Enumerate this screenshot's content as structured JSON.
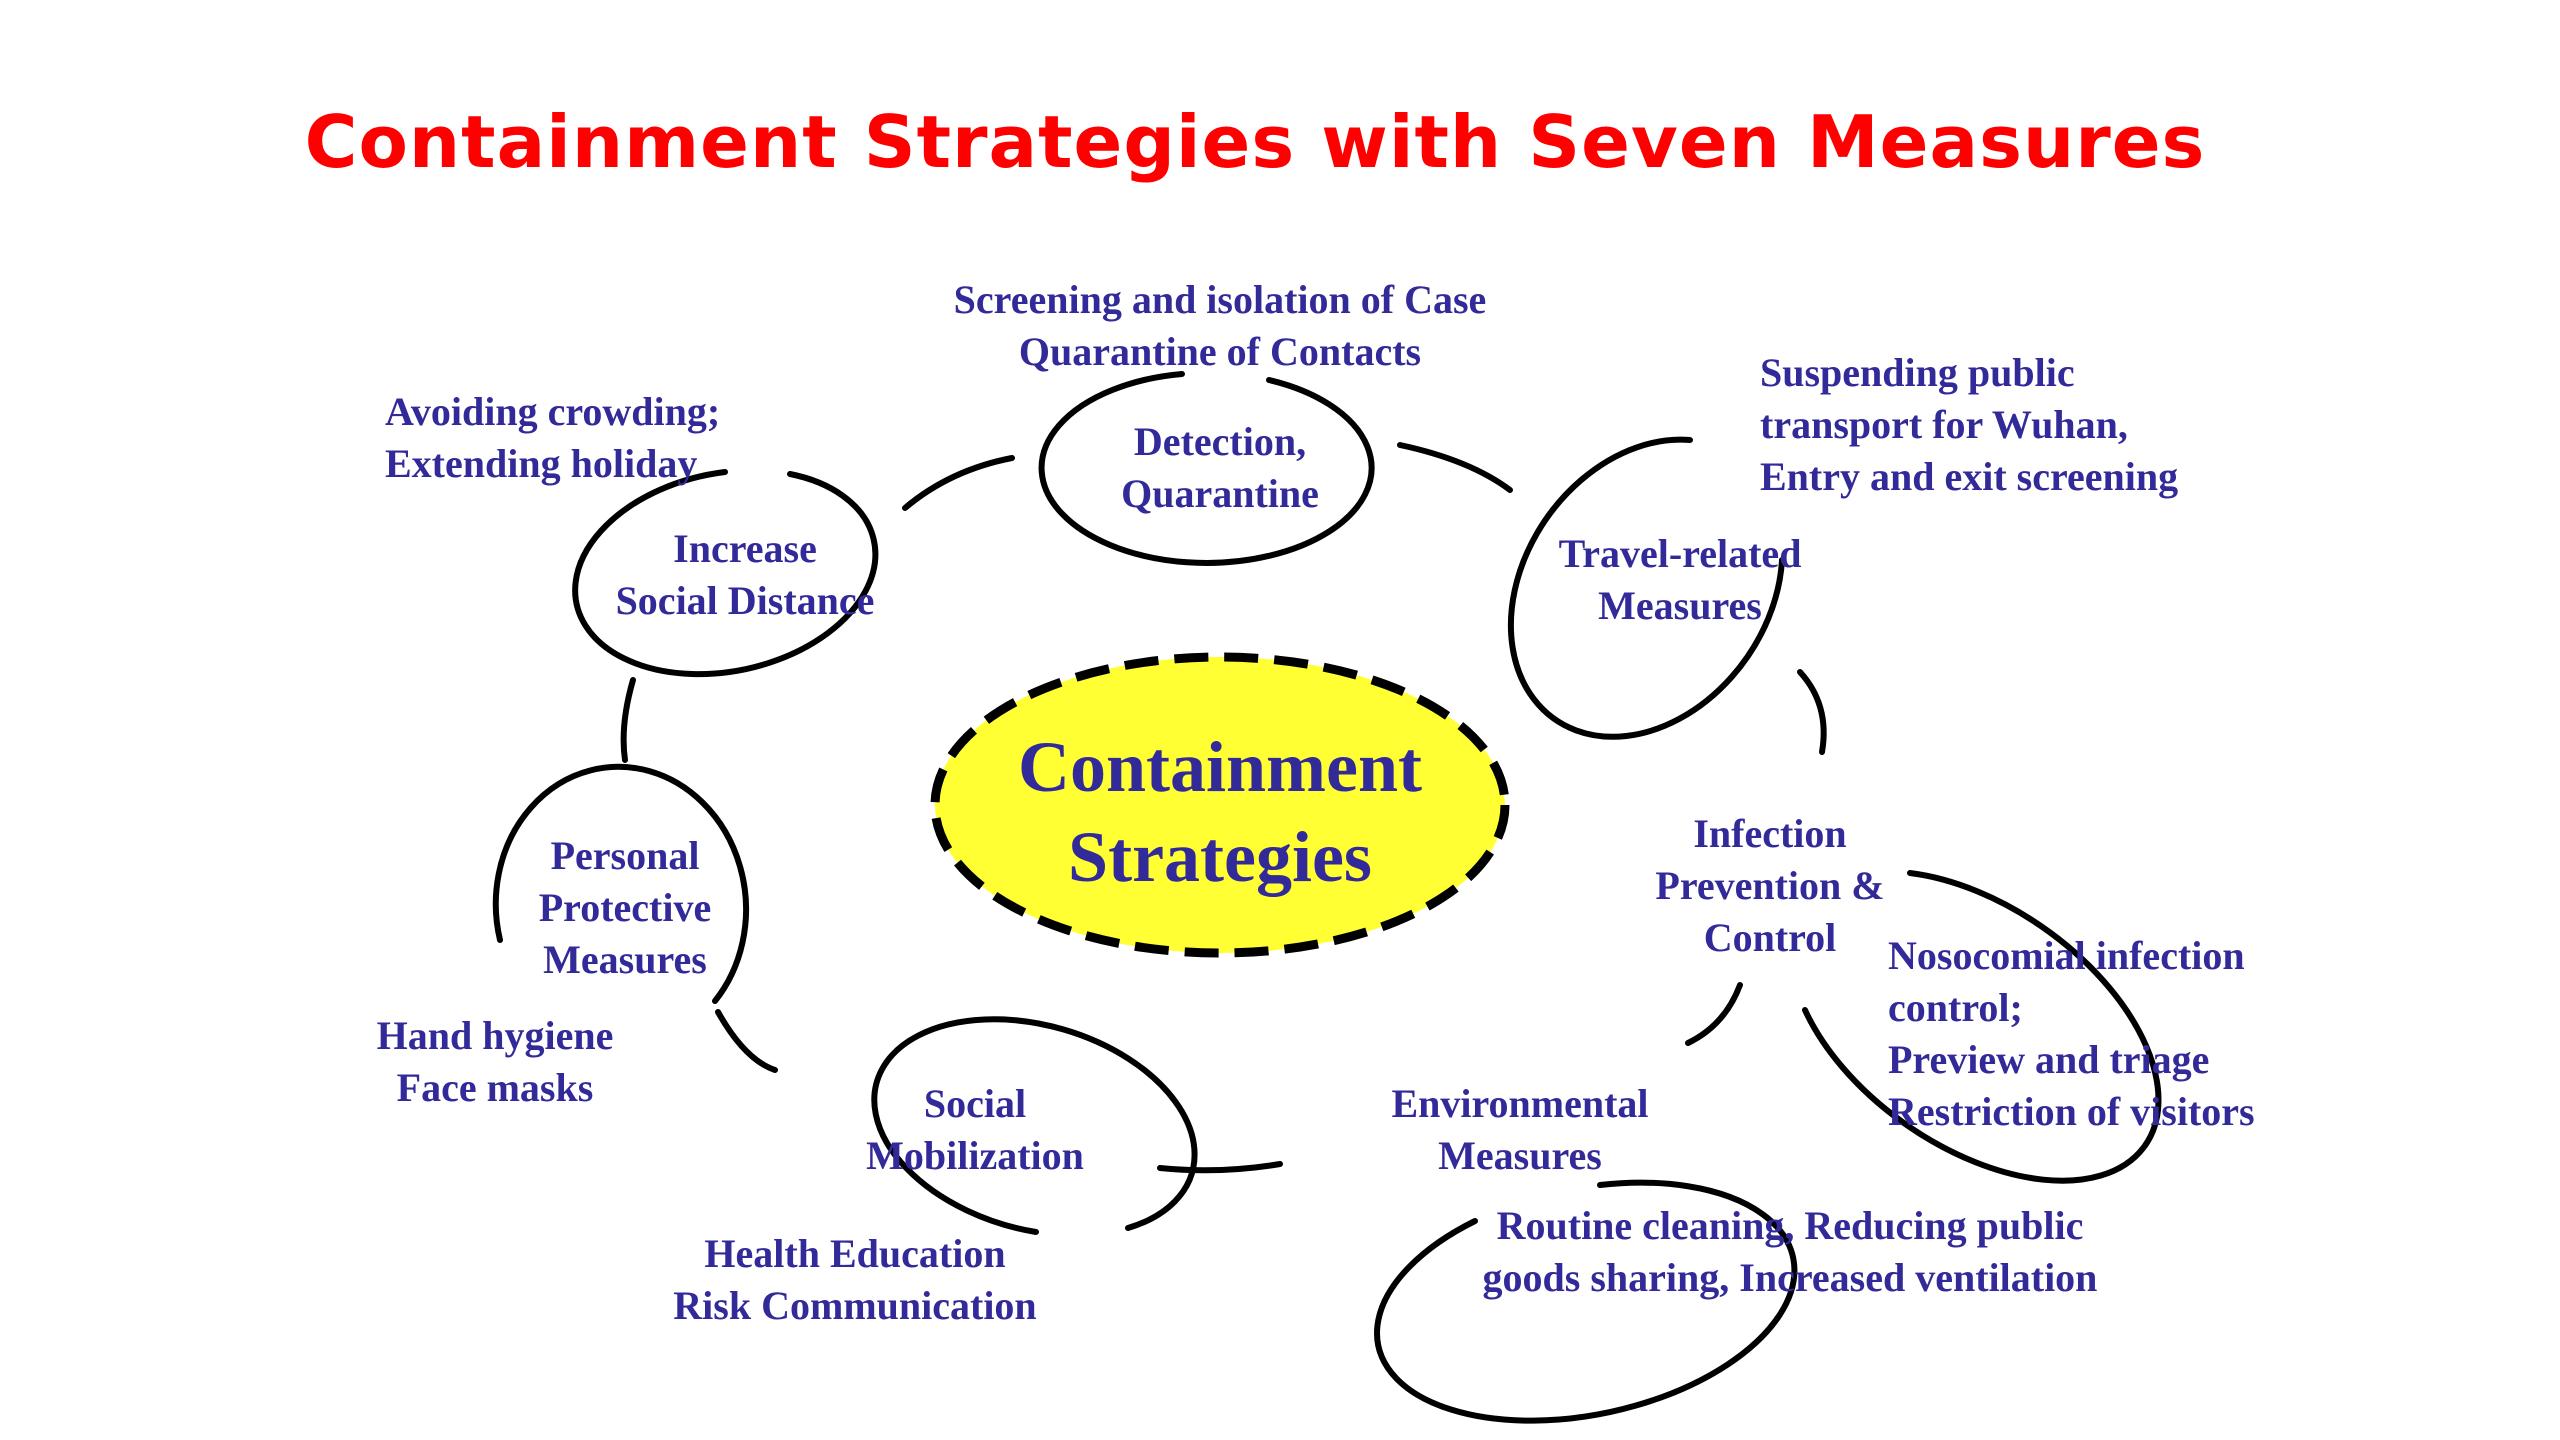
{
  "title": "Containment Strategies with Seven Measures",
  "hub": {
    "lines": [
      "Containment",
      "Strategies"
    ],
    "fill": "#ffff33"
  },
  "colors": {
    "title": "#ff0000",
    "label": "#332a99",
    "stroke": "#000000",
    "hub_fill": "#ffff33"
  },
  "nodes": [
    {
      "id": "detection",
      "lines": [
        "Detection,",
        "Quarantine"
      ],
      "details": [
        "Screening and isolation of Case",
        "Quarantine of Contacts"
      ]
    },
    {
      "id": "travel",
      "lines": [
        "Travel-related",
        "Measures"
      ],
      "details": [
        "Suspending public",
        "transport for Wuhan,",
        "Entry and exit screening"
      ]
    },
    {
      "id": "infection",
      "lines": [
        "Infection",
        "Prevention &",
        "Control"
      ],
      "details": [
        "Nosocomial infection",
        "control;",
        "Preview and triage",
        "Restriction of visitors"
      ]
    },
    {
      "id": "environmental",
      "lines": [
        "Environmental",
        "Measures"
      ],
      "details": [
        "Routine cleaning, Reducing public",
        "goods sharing, Increased ventilation"
      ]
    },
    {
      "id": "social-mobilization",
      "lines": [
        "Social",
        "Mobilization"
      ],
      "details": [
        "Health Education",
        "Risk Communication"
      ]
    },
    {
      "id": "personal",
      "lines": [
        "Personal",
        "Protective",
        "Measures"
      ],
      "details": [
        "Hand hygiene",
        "Face masks"
      ]
    },
    {
      "id": "social-distance",
      "lines": [
        "Increase",
        "Social Distance"
      ],
      "details": [
        "Avoiding crowding;",
        "Extending holiday"
      ]
    }
  ]
}
